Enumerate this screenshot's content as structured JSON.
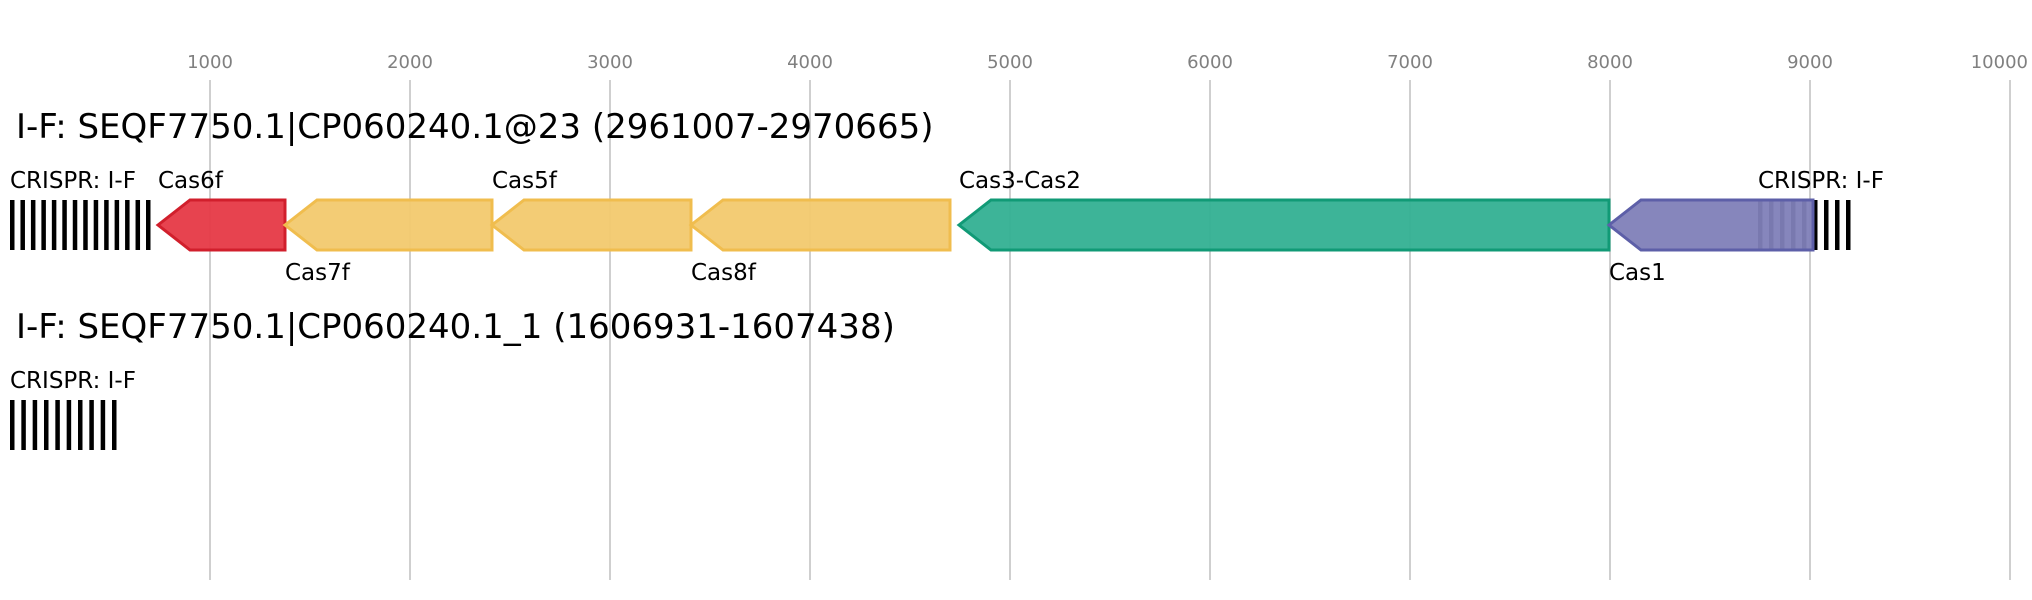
{
  "axis": {
    "ticks": [
      "1000",
      "2000",
      "3000",
      "4000",
      "5000",
      "6000",
      "7000",
      "8000",
      "9000",
      "10000"
    ],
    "tick_values": [
      1000,
      2000,
      3000,
      4000,
      5000,
      6000,
      7000,
      8000,
      9000,
      10000
    ],
    "grid_color": "#bfbfbf",
    "tick_color": "#808080"
  },
  "loci": [
    {
      "title": "I-F: SEQF7750.1|CP060240.1@23 (2961007-2970665)",
      "crispr_arrays": [
        {
          "label": "CRISPR: I-F",
          "start": 0,
          "end": 680,
          "bars": 14
        },
        {
          "label": "CRISPR: I-F",
          "start": 8740,
          "end": 9180,
          "bars": 9
        }
      ],
      "genes": [
        {
          "name": "Cas6f",
          "start": 740,
          "end": 1375,
          "strand": "-",
          "color": "#e63946",
          "stroke": "#d11f2c",
          "label_pos": "above"
        },
        {
          "name": "Cas7f",
          "start": 1375,
          "end": 2410,
          "strand": "-",
          "color": "#f2c96e",
          "stroke": "#f0bd4e",
          "label_pos": "below"
        },
        {
          "name": "Cas5f",
          "start": 2410,
          "end": 3405,
          "strand": "-",
          "color": "#f2c96e",
          "stroke": "#f0bd4e",
          "label_pos": "above"
        },
        {
          "name": "Cas8f",
          "start": 3405,
          "end": 4700,
          "strand": "-",
          "color": "#f2c96e",
          "stroke": "#f0bd4e",
          "label_pos": "below"
        },
        {
          "name": "Cas3-Cas2",
          "start": 4745,
          "end": 7995,
          "strand": "-",
          "color": "#33b092",
          "stroke": "#119a76",
          "label_pos": "above"
        },
        {
          "name": "Cas1",
          "start": 7995,
          "end": 9015,
          "strand": "-",
          "color": "#7f7fb8",
          "stroke": "#5d5fa8",
          "label_pos": "below"
        }
      ]
    },
    {
      "title": "I-F: SEQF7750.1|CP060240.1_1 (1606931-1607438)",
      "crispr_arrays": [
        {
          "label": "CRISPR: I-F",
          "start": 0,
          "end": 510,
          "bars": 10
        }
      ],
      "genes": []
    }
  ]
}
